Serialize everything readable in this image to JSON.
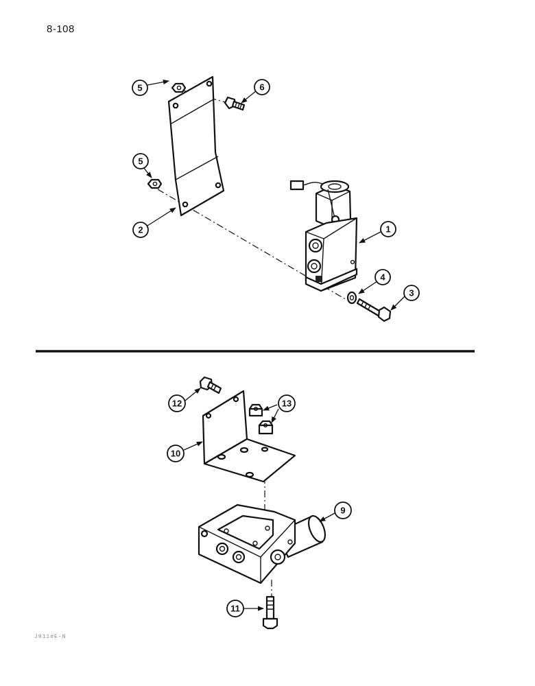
{
  "page": {
    "number": "8-108",
    "footer_code": "J911#E-N"
  },
  "upper_assembly": {
    "callouts": [
      "5",
      "6",
      "5",
      "2",
      "1",
      "4",
      "3"
    ]
  },
  "lower_assembly": {
    "callouts": [
      "12",
      "13",
      "10",
      "9",
      "11"
    ]
  }
}
